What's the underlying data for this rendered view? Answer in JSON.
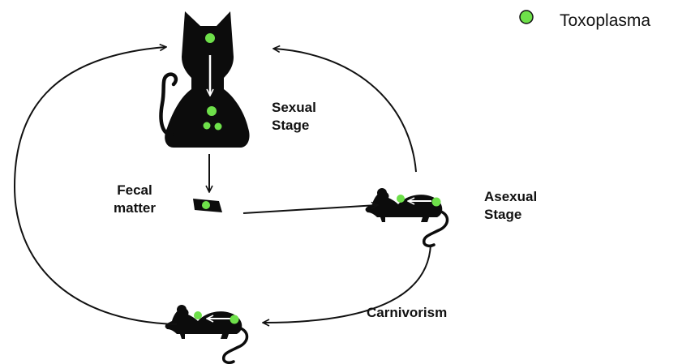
{
  "legend": {
    "label": "Toxoplasma",
    "marker_color": "#6ee04a"
  },
  "labels": {
    "sexual_stage": [
      "Sexual",
      "Stage"
    ],
    "fecal_matter": [
      "Fecal",
      "matter"
    ],
    "asexual_stage": [
      "Asexual",
      "Stage"
    ],
    "carnivorism": "Carnivorism"
  },
  "colors": {
    "silhouette": "#0c0c0c",
    "arrow": "#111111",
    "inner_arrow": "#ffffff",
    "parasite": "#6ee04a"
  },
  "icons": [
    "cat-icon",
    "fecal-matter-icon",
    "mouse-icon",
    "mouse-icon"
  ]
}
